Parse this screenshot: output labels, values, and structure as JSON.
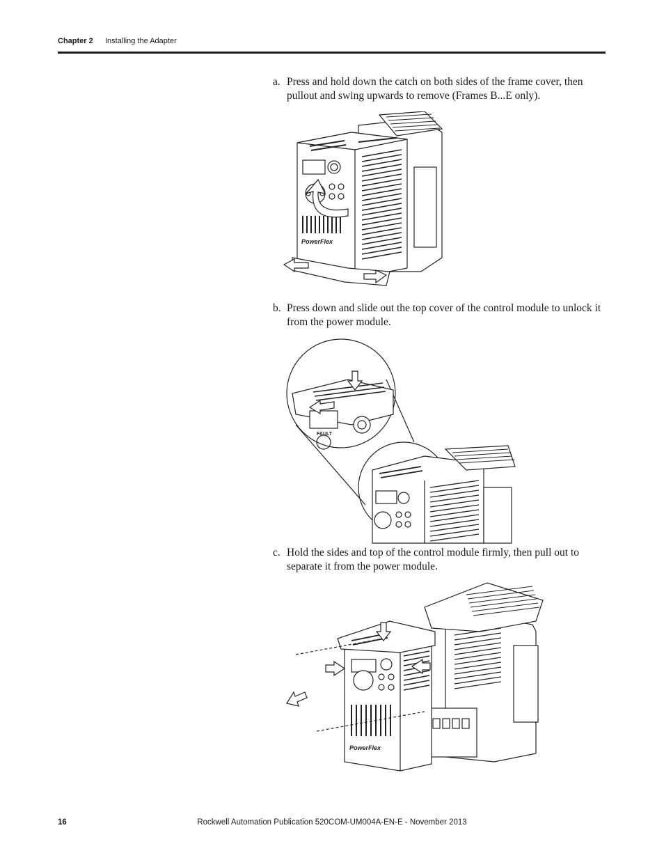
{
  "header": {
    "chapter": "Chapter 2",
    "title": "Installing the Adapter"
  },
  "steps": [
    {
      "letter": "a.",
      "text": "Press and hold down the catch on both sides of the frame cover, then pullout and swing upwards to remove (Frames B...E only)."
    },
    {
      "letter": "b.",
      "text": "Press down and slide out the top cover of the control module to unlock it from the power module."
    },
    {
      "letter": "c.",
      "text": "Hold the sides and top of the control module firmly, then pull out to separate it from the power module."
    }
  ],
  "figures": {
    "brand_logo": "PowerFlex",
    "fault_label": "FAULT"
  },
  "footer": {
    "page_number": "16",
    "publication": "Rockwell Automation Publication 520COM-UM004A-EN-E - November 2013"
  }
}
